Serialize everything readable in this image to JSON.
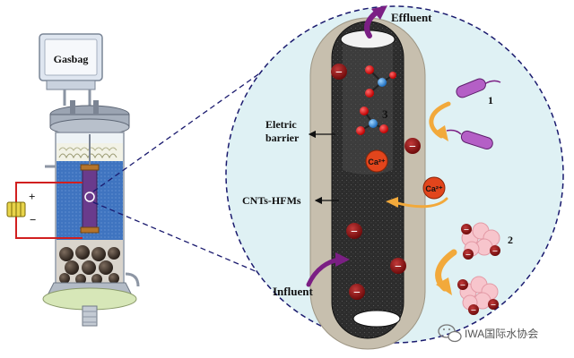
{
  "labels": {
    "gasbag": "Gasbag",
    "effluent": "Effluent",
    "influent": "Influent",
    "electric_barrier_line1": "Eletric",
    "electric_barrier_line2": "barrier",
    "cnts_hfms": "CNTs-HFMs",
    "marker_1": "1",
    "marker_2": "2",
    "marker_3": "3",
    "calcium_ion": "Ca²⁺",
    "plus_sign": "+",
    "minus_sign": "−",
    "negative_charge": "−"
  },
  "watermark": {
    "icon": "wechat-icon",
    "text": "IWA国际水协会"
  },
  "colors": {
    "circle_fill": "#dff1f4",
    "circle_border": "#1a1a6e",
    "membrane_outer": "#c7bfae",
    "membrane_inner": "#2b2b2b",
    "charge_badge": "#8e1414",
    "calcium_badge": "#e2451c",
    "arrow_purple": "#7b1f84",
    "arrow_orange": "#f2a93b",
    "bacteria_purple": "#b45fc6",
    "foulant_pink": "#f7c5cc",
    "water_blue": "#4f86c6",
    "wire_red": "#d11f1f"
  }
}
